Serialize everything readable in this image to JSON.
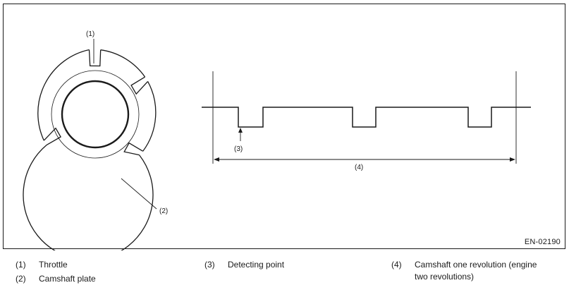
{
  "figure": {
    "callouts": {
      "c1": "(1)",
      "c2": "(2)",
      "c3": "(3)",
      "c4": "(4)"
    },
    "code": "EN-02190"
  },
  "legend": [
    {
      "num": "(1)",
      "text": "Throttle"
    },
    {
      "num": "(2)",
      "text": "Camshaft plate"
    },
    {
      "num": "(3)",
      "text": "Detecting point"
    },
    {
      "num": "(4)",
      "text_line1": "Camshaft one revolution (engine",
      "text_line2": "two revolutions)"
    }
  ],
  "colors": {
    "line": "#1a1a1a",
    "background": "#ffffff"
  }
}
